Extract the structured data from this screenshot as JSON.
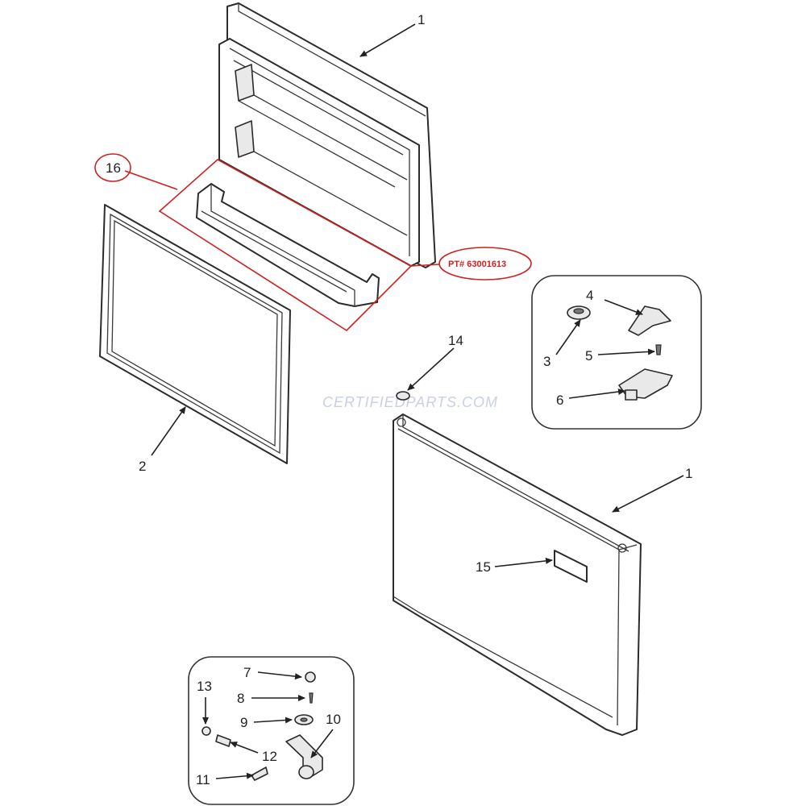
{
  "callouts": {
    "upper_door": "1",
    "gasket": "2",
    "hinge_washer": "3",
    "hinge_cover": "4",
    "hinge_screw": "5",
    "hinge_bracket": "6",
    "bottom_cap": "7",
    "bottom_screw": "8",
    "bottom_washer": "9",
    "bottom_hinge": "10",
    "bolt": "11",
    "pin": "12",
    "plug": "13",
    "top_plug": "14",
    "label": "15",
    "door_shelf": "16",
    "lower_door": "1"
  },
  "part_number": "PT# 63001613",
  "watermark": "CERTIFIEDPARTS.COM",
  "colors": {
    "highlight": "#cc2222",
    "line": "#2b2b2b",
    "watermark": "#c9d1e0"
  }
}
